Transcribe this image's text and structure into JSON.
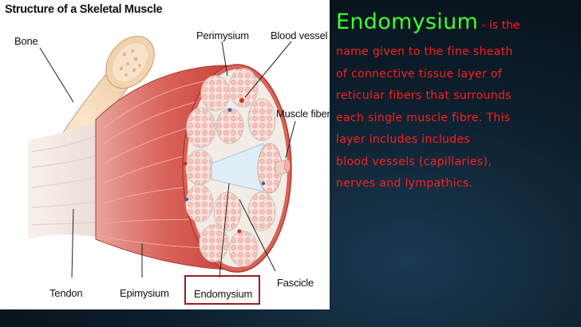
{
  "figure": {
    "title": "Structure of a Skeletal Muscle",
    "labels": {
      "bone": "Bone",
      "perimysium": "Perimysium",
      "blood_vessel": "Blood vessel",
      "muscle_fiber": "Muscle fiber",
      "tendon": "Tendon",
      "epimysium": "Epimysium",
      "endomysium": "Endomysium",
      "fascicle": "Fascicle"
    },
    "highlight_color": "#9b1c20"
  },
  "text": {
    "term": "Endomysium",
    "first_line_rest": " - is the",
    "lines": [
      "name given to the fine sheath",
      "of connective tissue layer of",
      "reticular fibers that surrounds",
      "each single muscle fibre. This",
      "layer includes includes",
      "blood vessels (capillaries),",
      "nerves and lympathics."
    ],
    "term_color": "#3dff2c",
    "body_color": "#ff1f1f"
  }
}
